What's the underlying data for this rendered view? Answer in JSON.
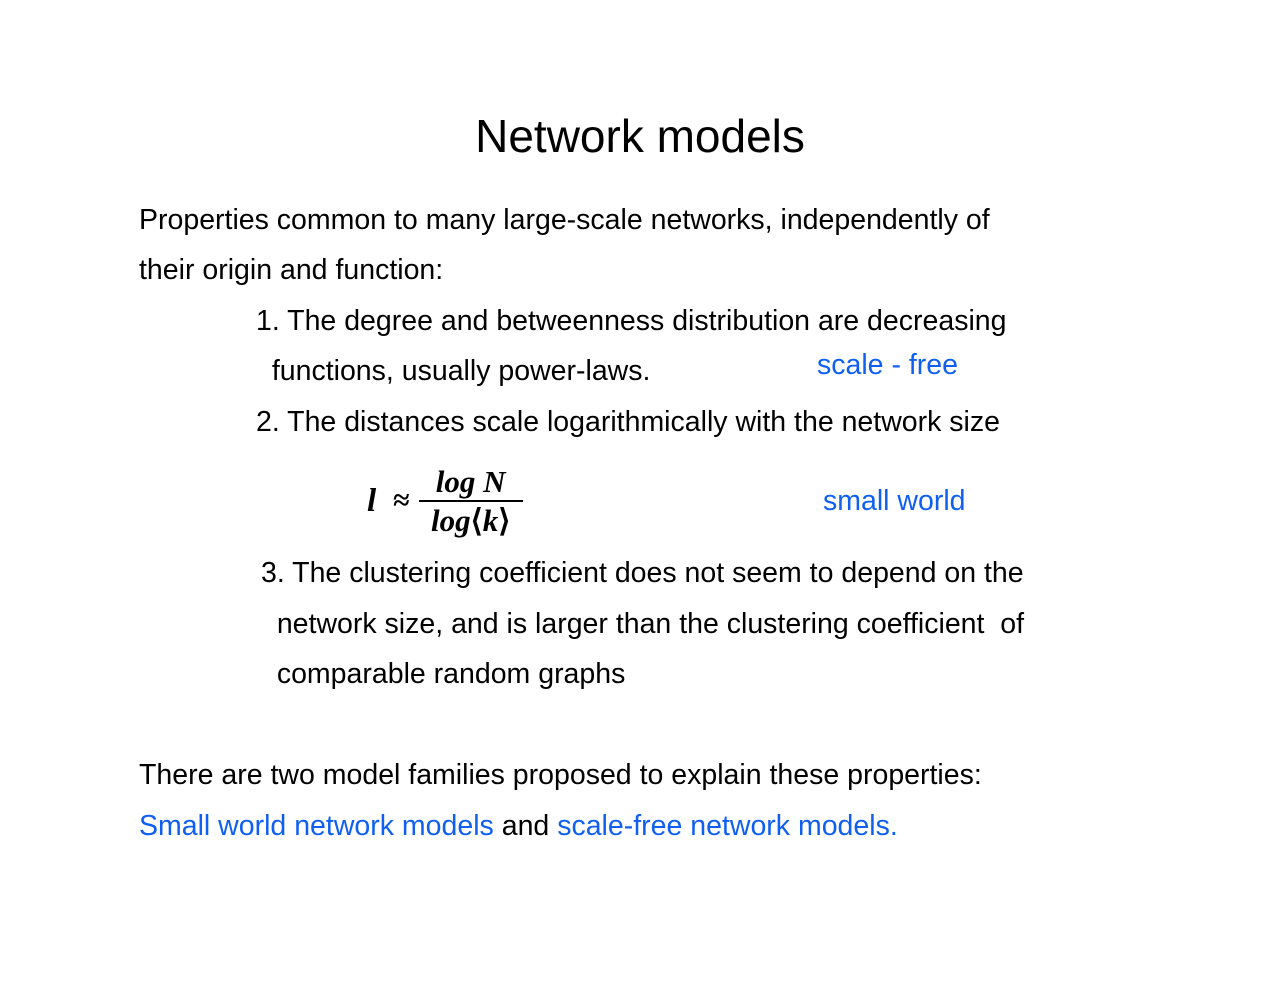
{
  "slide": {
    "title": "Network models",
    "background_color": "#ffffff",
    "text_color": "#000000",
    "accent_color": "#0f5ff0",
    "intro": {
      "line1": "Properties common to many large-scale networks, independently of",
      "line2": "their origin and function:"
    },
    "points": [
      {
        "id": "point-1",
        "line1": "1. The degree and betweenness distribution are decreasing",
        "line2": "  functions, usually power-laws.",
        "annotation": "scale - free"
      },
      {
        "id": "point-2",
        "line1": "2. The distances scale logarithmically with the network size",
        "annotation": "small world"
      },
      {
        "id": "point-3",
        "line1": "3. The clustering coefficient does not seem to depend on the",
        "line2": "  network size, and is larger than the clustering coefficient  of",
        "line3": "  comparable random graphs"
      }
    ],
    "formula": {
      "lhs": "l",
      "relation": "≈",
      "numerator": "log N",
      "denominator_prefix": "log",
      "denominator_bracket_open": "⟨",
      "denominator_variable": "k",
      "denominator_bracket_close": "⟩"
    },
    "conclusion": {
      "line1": "There are two model families proposed to explain these properties:",
      "line2_part1": "Small world network models",
      "line2_part2": " and ",
      "line2_part3": "scale-free network models."
    }
  }
}
